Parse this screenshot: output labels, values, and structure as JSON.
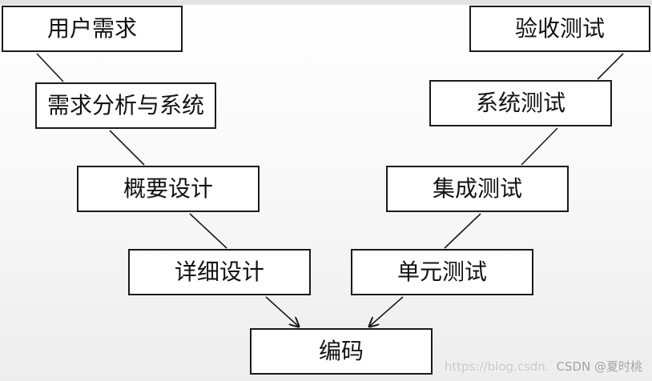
{
  "diagram": {
    "left_arm": [
      {
        "id": "req",
        "label": "用户需求"
      },
      {
        "id": "ana",
        "label": "需求分析与系统"
      },
      {
        "id": "hld",
        "label": "概要设计"
      },
      {
        "id": "dd",
        "label": "详细设计"
      }
    ],
    "bottom": {
      "id": "code",
      "label": "编码"
    },
    "right_arm": [
      {
        "id": "unit",
        "label": "单元测试"
      },
      {
        "id": "integ",
        "label": "集成测试"
      },
      {
        "id": "sys",
        "label": "系统测试"
      },
      {
        "id": "accept",
        "label": "验收测试"
      }
    ],
    "line_color": "#1a1a1a"
  },
  "watermark": {
    "url": "https://blog.csdn.",
    "text": "CSDN @夏时桃"
  }
}
